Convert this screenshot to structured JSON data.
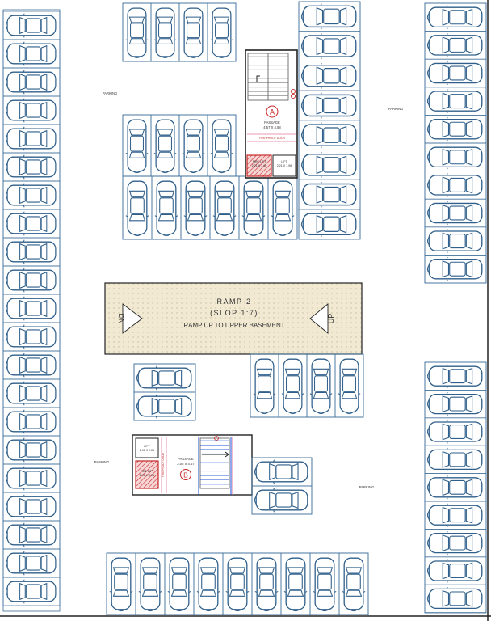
{
  "colors": {
    "car_outline": "#2f5f8a",
    "bay_line": "#3d6e9a",
    "wall": "#222222",
    "ramp_fill": "#f1e9d2",
    "fire_lift": "#c62828",
    "shaft_blue": "#1d4fd0",
    "shaft_pink": "#e57a9a"
  },
  "labels": {
    "parking_top_left": "PARKING",
    "parking_top_right": "PARKING",
    "parking_bottom_left": "PARKING",
    "parking_bottom_right": "PARKING"
  },
  "ramp": {
    "title": "RAMP-2",
    "slope": "(SLOP 1:7)",
    "caption": "RAMP UP TO UPPER BASEMENT",
    "dn_label": "DN",
    "up_label": "UP"
  },
  "core_a": {
    "marker": "A",
    "passage_label": "PASSAGE",
    "passage_size": "4.57 X 4.58",
    "fire_door": "FIRE PROOF DOOR",
    "fire_lift_label": "FIRE LIFT",
    "fire_lift_size": "2.21 X 1.98",
    "lift_label": "LIFT",
    "lift_size": "2.21 X 1.98"
  },
  "core_b": {
    "marker": "B",
    "lift_label": "LIFT",
    "lift_size": "1.98 X 2.21",
    "fire_lift_label": "FIRE LIFT",
    "fire_lift_size": "1.98 X 2.21",
    "passage_label": "PASSAGE",
    "passage_size": "3.05 X 4.57",
    "fire_door": "FIRE PROOF DOOR"
  }
}
